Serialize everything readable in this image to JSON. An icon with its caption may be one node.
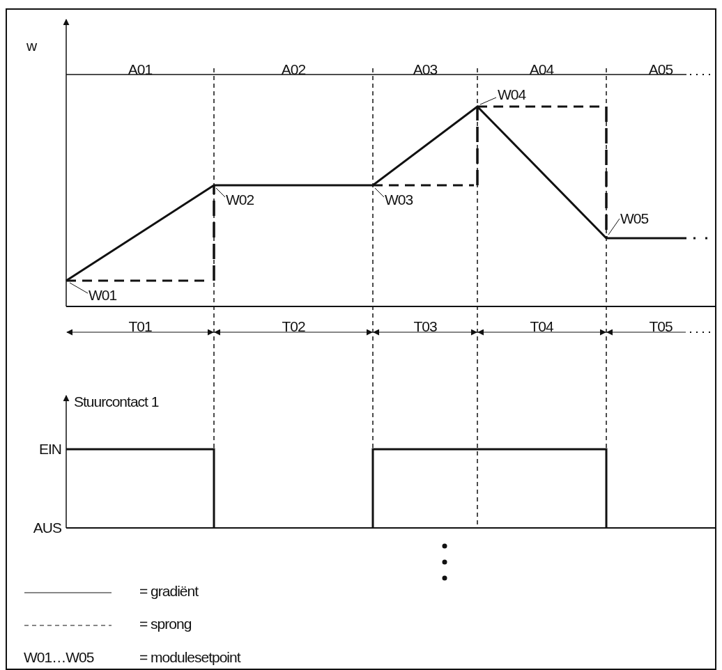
{
  "diagram": {
    "nodes": [
      {
        "text": [
          "W01"
        ]
      },
      {
        "text": [
          "W02"
        ]
      },
      {
        "text": [
          "W03"
        ]
      },
      {
        "text": [
          "W04"
        ]
      },
      {
        "text": [
          "W05"
        ]
      }
    ],
    "edges": [
      {
        "from": 0,
        "to": null,
        "arrow": "none"
      },
      {
        "from": 1,
        "to": null,
        "arrow": "none"
      },
      {
        "from": 2,
        "to": null,
        "arrow": "none"
      },
      {
        "from": 3,
        "to": null,
        "arrow": "none"
      },
      {
        "from": 4,
        "to": null,
        "arrow": "none"
      }
    ],
    "labels": [
      "w",
      "A01",
      "A02",
      "A03",
      "A04",
      "A05",
      "T01",
      "T02",
      "T03",
      "T04",
      "T05",
      "Stuurcontact 1",
      "EIN",
      "AUS",
      "W01…W05",
      "= modulesetpoint"
    ],
    "legend": [
      {
        "text": "= gradiënt"
      },
      {
        "text": "= sprong"
      }
    ]
  }
}
